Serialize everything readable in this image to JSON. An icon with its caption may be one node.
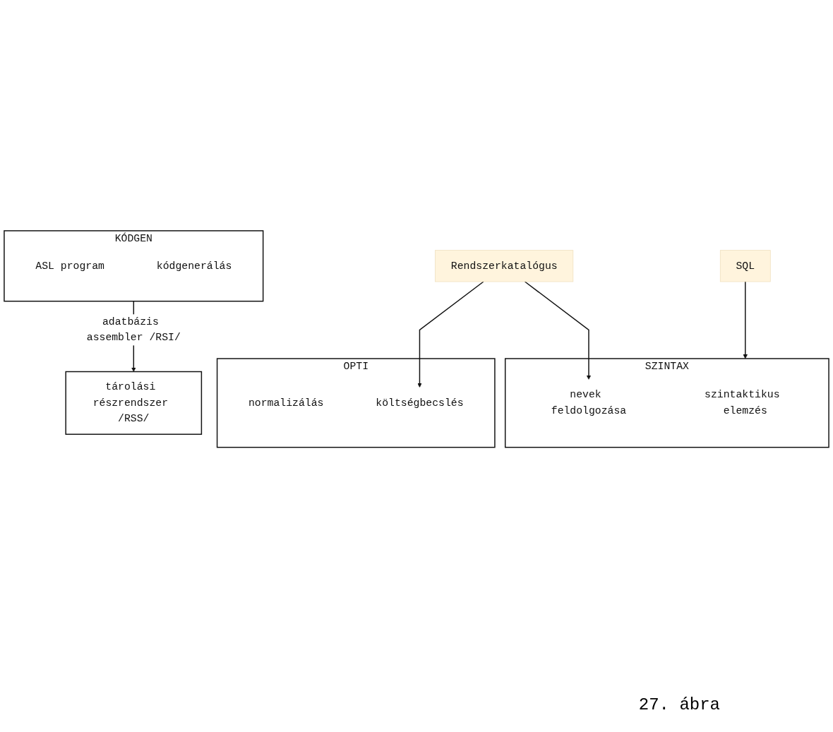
{
  "diagram": {
    "caption": "27. ábra",
    "nodes": [
      {
        "text": [
          "SQL"
        ]
      },
      {
        "text": [
          "SZINTAX"
        ]
      },
      {
        "text": [
          "szintaktikus elemzés"
        ],
        "in": 1
      },
      {
        "text": [
          "nevek feldolgozása"
        ],
        "in": 1
      },
      {
        "text": [
          "OPTI"
        ]
      },
      {
        "text": [
          "normalizálás"
        ],
        "in": 4
      },
      {
        "text": [
          "költségbecslés"
        ],
        "in": 4
      },
      {
        "text": [
          "KÓDGEN"
        ]
      },
      {
        "text": [
          "ASL program"
        ],
        "in": 7
      },
      {
        "text": [
          "kódgenerálás"
        ],
        "in": 7
      },
      {
        "text": [
          "Rendszerkatalógus"
        ]
      },
      {
        "text": [
          "tárolási részrendszer /RSS/"
        ]
      }
    ],
    "edges": [
      {
        "from": 0,
        "to": 1,
        "arrow": "to"
      },
      {
        "from": 10,
        "to": 3,
        "arrow": "to"
      },
      {
        "from": 10,
        "to": 6,
        "arrow": "to"
      },
      {
        "from": 7,
        "to": 11,
        "arrow": "to",
        "label": "adatbázis assembler /RSI/"
      }
    ]
  }
}
